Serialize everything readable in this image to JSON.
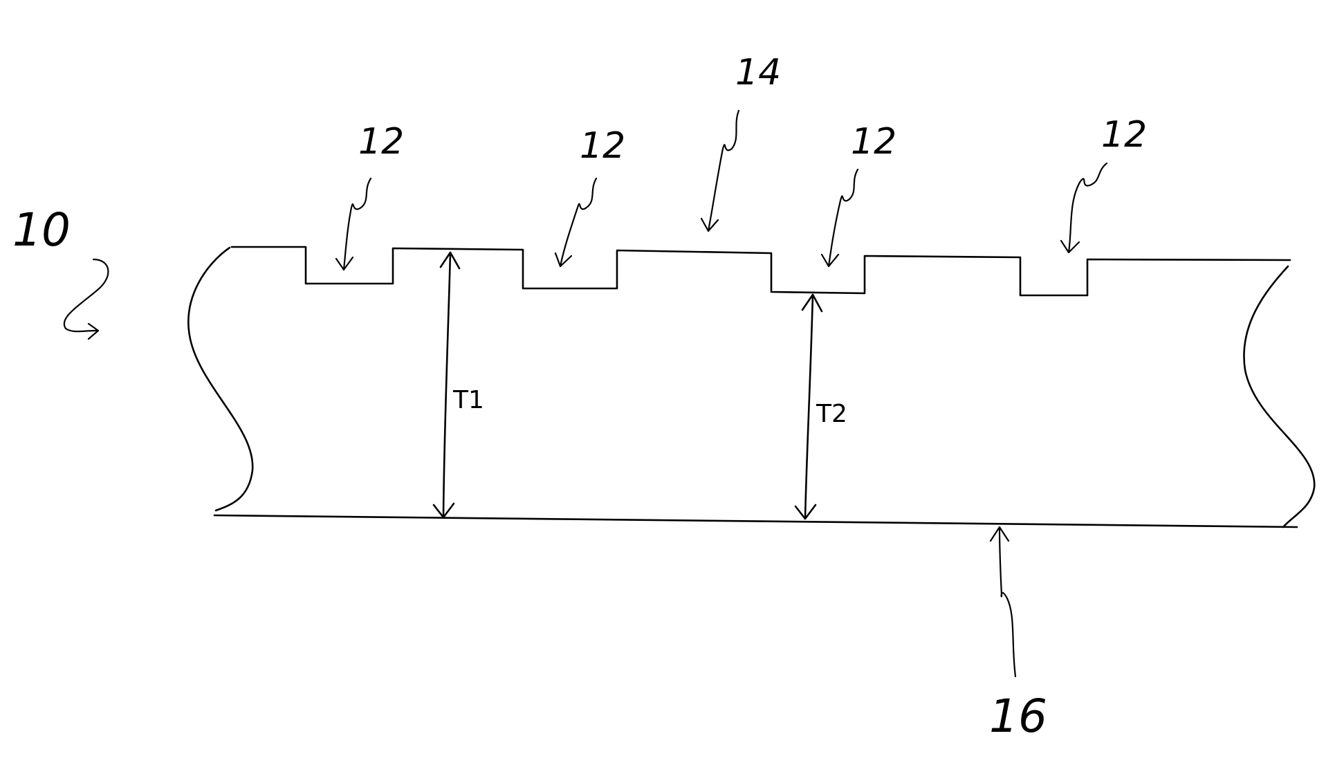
{
  "figure": {
    "ink_color": "#000000",
    "background": "#ffffff",
    "labels": {
      "element_10": "10",
      "element_12_a": "12",
      "element_12_b": "12",
      "element_12_c": "12",
      "element_12_d": "12",
      "element_14": "14",
      "element_16": "16",
      "thickness_t1": "T1",
      "thickness_t2": "T2"
    }
  }
}
